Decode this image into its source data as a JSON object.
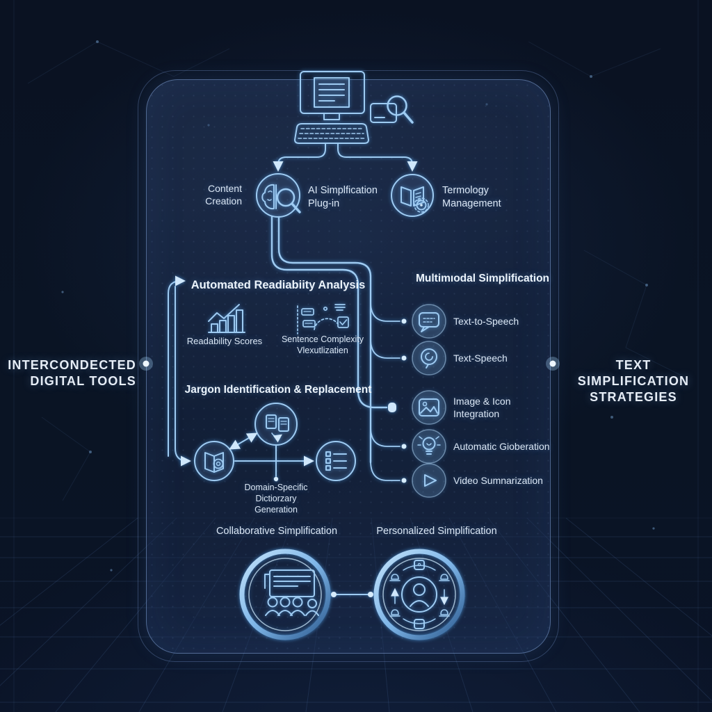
{
  "colors": {
    "background": "#0a1322",
    "panel_fill": "#223655",
    "panel_border": "#8aa2d7",
    "line_accent": "#9ecbf2",
    "glow_bright": "#cfe7fb",
    "text_primary": "#ecf4fc",
    "text_secondary": "#dbe7f5",
    "ring_gradient_start": "#c2e2fa",
    "ring_gradient_end": "#2c5a8f"
  },
  "side": {
    "left": [
      "INTERCONDECTED",
      "DIGITAL TOOLS"
    ],
    "right": [
      "TEXT SIMPLIFICATION",
      "STRATEGIES"
    ]
  },
  "workstation": {
    "icon": "computer-workstation-icon",
    "secondary_icon": "document-search-icon"
  },
  "top_row": {
    "content_creation": [
      "Content",
      "Creation"
    ],
    "ai_plugin": {
      "icon": "brain-magnifier-icon",
      "label": [
        "AI Simplfication",
        "Plug-in"
      ]
    },
    "terminology": {
      "icon": "book-gear-icon",
      "label": [
        "Termology",
        "Management"
      ]
    }
  },
  "readability": {
    "heading": "Automated Readiabiity Analysis",
    "scores": {
      "icon": "bar-chart-icon",
      "label": "Readability Scores"
    },
    "complexity": {
      "icon": "sentence-complexity-icon",
      "label": [
        "Sentence Complexity",
        "Vlexutlizatien"
      ]
    }
  },
  "jargon": {
    "heading": "Jargon Identification & Replacement",
    "nodes": {
      "compare": "document-compare-icon",
      "dictionary": "book-at-icon",
      "checklist": "checklist-icon"
    },
    "caption": [
      "Domain-Specific",
      "Dictiorzary",
      "Generation"
    ]
  },
  "multimodal": {
    "heading": "Multimıodal Simplification",
    "items": [
      {
        "icon": "speech-bubble-icon",
        "label": [
          "Text-to-Speech"
        ]
      },
      {
        "icon": "voice-spiral-icon",
        "label": [
          "Text-Speech"
        ]
      },
      {
        "icon": "image-icon",
        "label": [
          "Image & Icon",
          "Integration"
        ]
      },
      {
        "icon": "lightbulb-icon",
        "label": [
          "Automatic Gioberation"
        ]
      },
      {
        "icon": "play-icon",
        "label": [
          "Video Sumnarization"
        ]
      }
    ]
  },
  "bottom": {
    "collaborative": {
      "heading": "Collaborative Simplification",
      "icon": "team-presentation-icon"
    },
    "personalized": {
      "heading": "Personalized Simplification",
      "icon": "user-network-icon"
    }
  }
}
